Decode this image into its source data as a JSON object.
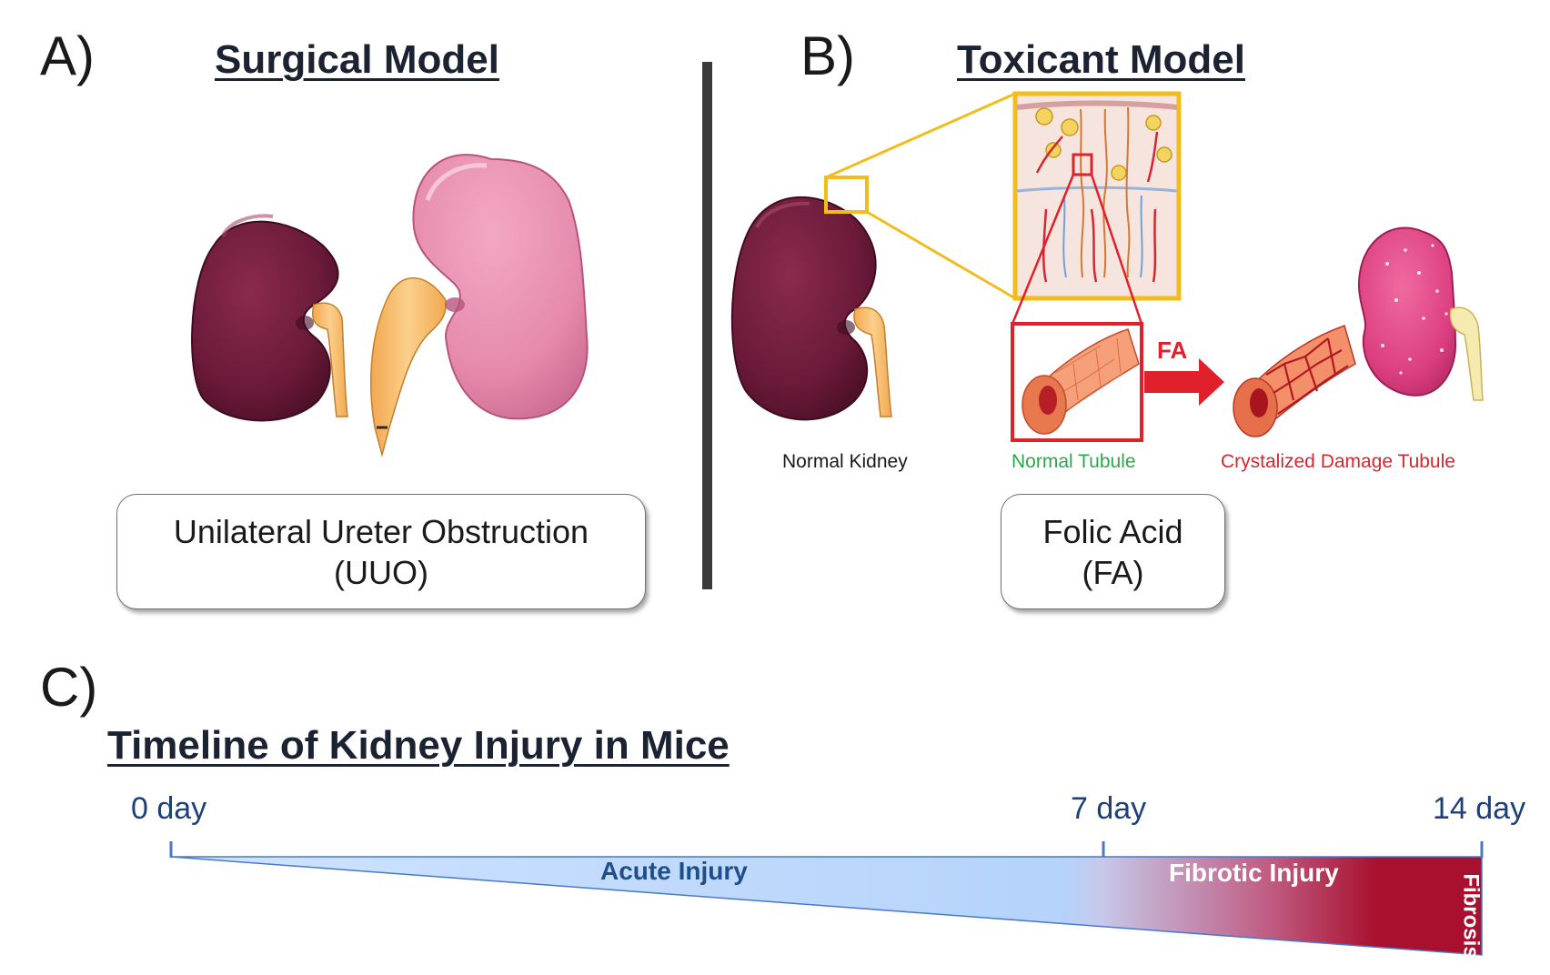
{
  "panel_a": {
    "letter": "A)",
    "title": "Surgical Model",
    "box_line1": "Unilateral Ureter Obstruction",
    "box_line2": "(UUO)"
  },
  "panel_b": {
    "letter": "B)",
    "title": "Toxicant Model",
    "arrow_label": "FA",
    "caption_normal_kidney": "Normal Kidney",
    "caption_normal_tubule": "Normal Tubule",
    "caption_damage_tubule": "Crystalized Damage Tubule",
    "box_line1": "Folic Acid",
    "box_line2": "(FA)"
  },
  "panel_c": {
    "letter": "C)",
    "title": "Timeline of Kidney Injury in Mice",
    "day_start": "0 day",
    "day_mid": "7 day",
    "day_end": "14 day",
    "phase_acute": "Acute Injury",
    "phase_fibrotic": "Fibrotic Injury",
    "phase_fibrosis": "Fibrosis"
  },
  "colors": {
    "kidney_normal": "#6b1a3a",
    "kidney_obstructed": "#e68aad",
    "ureter": "#f7bd6a",
    "zoom_frame": "#f2bd1c",
    "tubule_frame": "#e0202a",
    "caption_green": "#2aa84a",
    "caption_red": "#d8262e",
    "timeline_blue": "#b9d8ff",
    "timeline_red": "#a8102e",
    "title_navy": "#1b2333",
    "day_blue": "#1f3f7a"
  }
}
